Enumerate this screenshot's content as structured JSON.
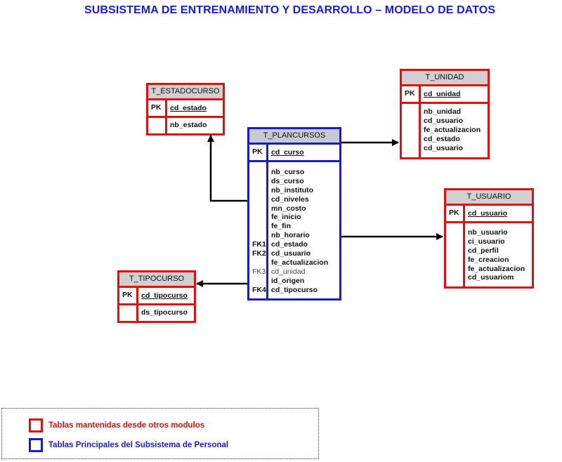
{
  "title": "SUBSISTEMA DE ENTRENAMIENTO Y DESARROLLO – MODELO DE DATOS",
  "colors": {
    "red": "#e01010",
    "blue": "#1a1acc",
    "title": "#1a1adb"
  },
  "tables": {
    "estadocurso": {
      "name": "T_ESTADOCURSO",
      "pk_label": "PK",
      "pk": "cd_estado",
      "fields": [
        "nb_estado"
      ]
    },
    "unidad": {
      "name": "T_UNIDAD",
      "pk_label": "PK",
      "pk": "cd_unidad",
      "fields": [
        "nb_unidad",
        "cd_usuario",
        "fe_actualizacion",
        "cd_estado",
        "cd_usuario"
      ]
    },
    "plancursos": {
      "name": "T_PLANCURSOS",
      "pk_label": "PK",
      "pk": "cd_curso",
      "fields": [
        "nb_curso",
        "ds_curso",
        "nb_instituto",
        "cd_niveles",
        "mn_costo",
        "fe_inicio",
        "fe_fin",
        "nb_horario",
        "cd_estado",
        "cd_usuario",
        "fe_actualizacion",
        "cd_unidad",
        "id_origen",
        "cd_tipocurso"
      ],
      "fk_labels": [
        "",
        "",
        "",
        "",
        "",
        "",
        "",
        "",
        "FK1",
        "FK2",
        "",
        "FK3",
        "",
        "FK4"
      ]
    },
    "usuario": {
      "name": "T_USUARIO",
      "pk_label": "PK",
      "pk": "cd_usuario",
      "fields": [
        "nb_usuario",
        "ci_usuario",
        "cd_perfil",
        "fe_creacion",
        "fe_actualizacion",
        "cd_usuariom"
      ]
    },
    "tipocurso": {
      "name": "T_TIPOCURSO",
      "pk_label": "PK",
      "pk": "cd_tipocurso",
      "fields": [
        "ds_tipocurso"
      ]
    }
  },
  "legend": {
    "red_label": "Tablas mantenidas desde otros modulos",
    "blue_label": "Tablas Principales del Subsistema de Personal"
  }
}
